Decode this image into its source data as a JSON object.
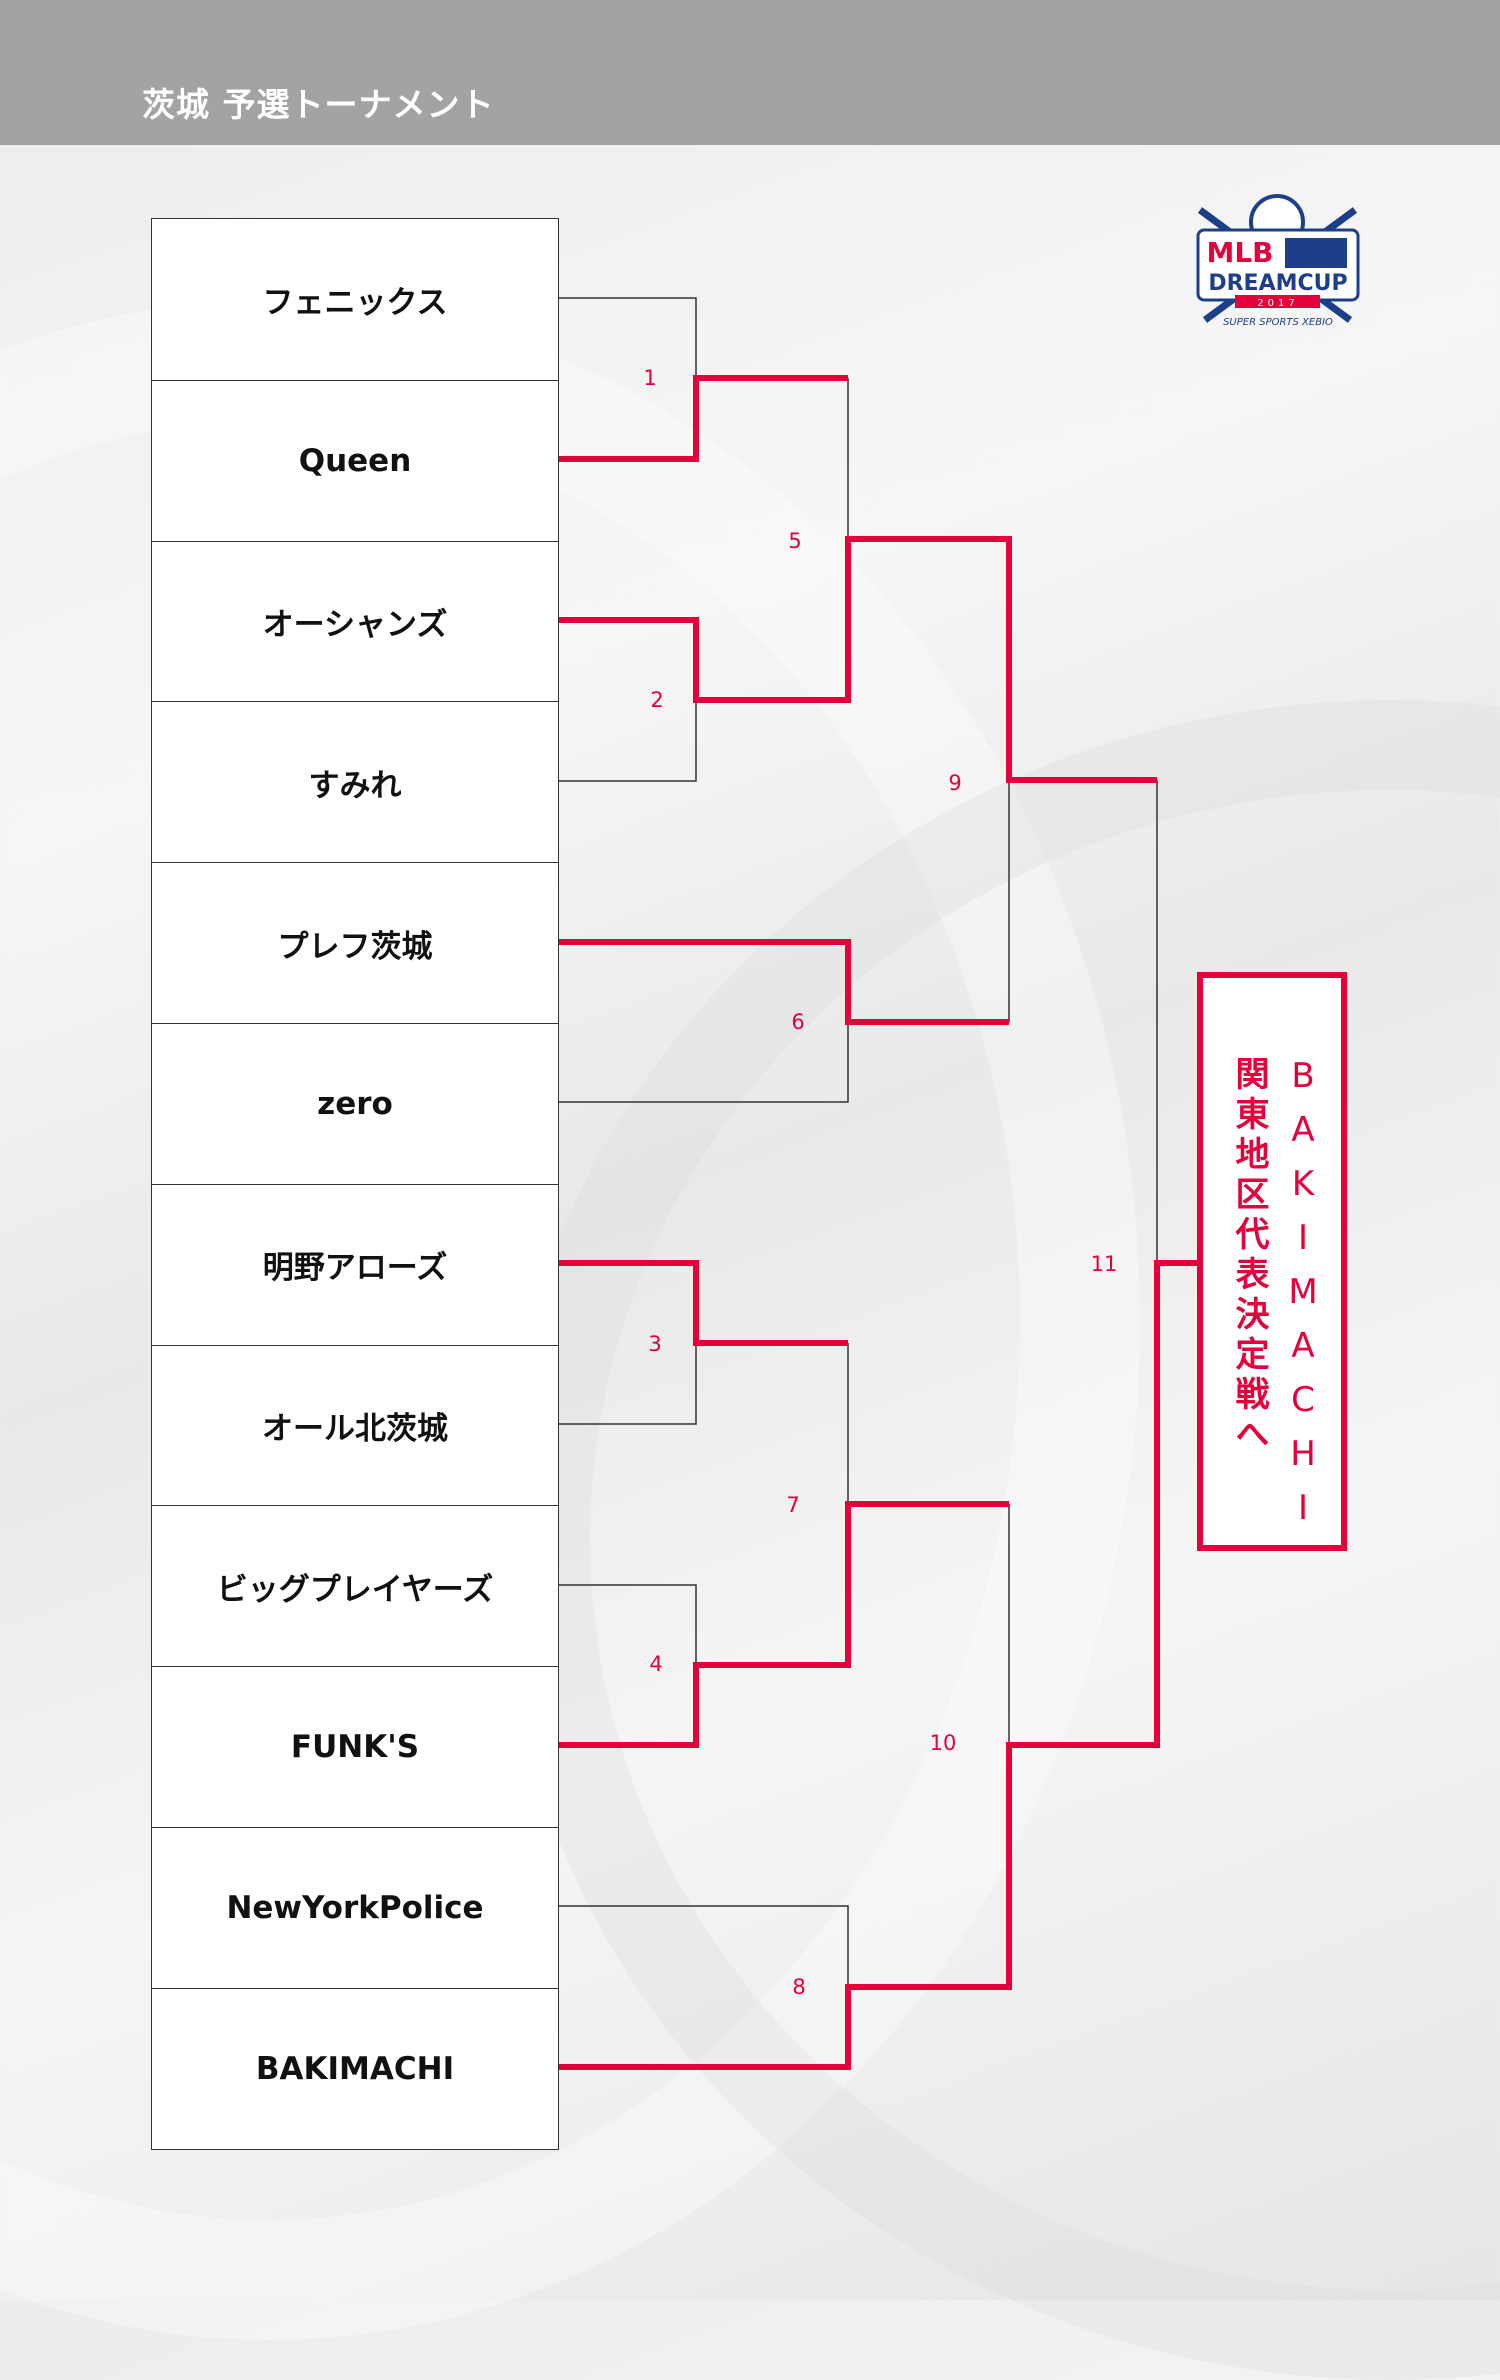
{
  "header": {
    "title": "茨城 予選トーナメント"
  },
  "logo": {
    "line1": "MLB",
    "line2": "DREAMCUP",
    "year": "2017",
    "sponsor": "SUPER SPORTS XEBIO"
  },
  "teams": [
    "フェニックス",
    "Queen",
    "オーシャンズ",
    "すみれ",
    "プレフ茨城",
    "zero",
    "明野アローズ",
    "オール北茨城",
    "ビッグプレイヤーズ",
    "FUNK'S",
    "NewYorkPolice",
    "BAKIMACHI"
  ],
  "matches": [
    "1",
    "2",
    "3",
    "4",
    "5",
    "6",
    "7",
    "8",
    "9",
    "10",
    "11"
  ],
  "result": {
    "winner": "BAKIMACHI",
    "next": "関東地区代表決定戦へ"
  },
  "colors": {
    "accent": "#e4003a",
    "header": "#a3a3a1"
  }
}
